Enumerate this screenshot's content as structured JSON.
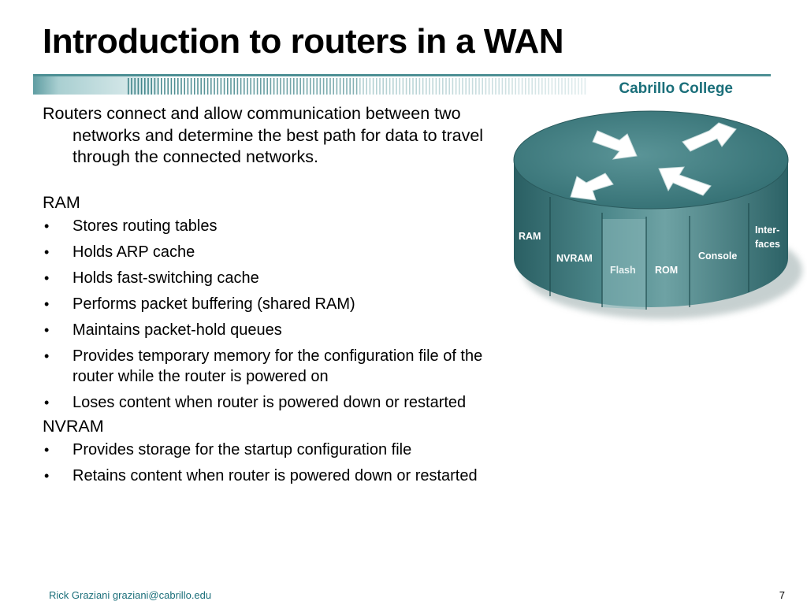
{
  "title": "Introduction to routers in a WAN",
  "college": "Cabrillo College",
  "intro": "Routers connect and allow communication between two networks and determine the best path for data to travel through the connected networks.",
  "sections": [
    {
      "heading": "RAM",
      "bullets": [
        "Stores routing tables",
        "Holds ARP cache",
        "Holds fast-switching cache",
        "Performs packet buffering (shared RAM)",
        "Maintains packet-hold queues",
        "Provides temporary memory for the configuration file of the router while the router is powered on",
        "Loses content when router is powered down or restarted"
      ]
    },
    {
      "heading": "NVRAM",
      "bullets": [
        "Provides storage for the startup configuration file",
        "Retains content when router is powered down or restarted"
      ]
    }
  ],
  "router_labels": {
    "ram": "RAM",
    "nvram": "NVRAM",
    "flash": "Flash",
    "rom": "ROM",
    "console": "Console",
    "interfaces_line1": "Inter-",
    "interfaces_line2": "faces"
  },
  "footer": {
    "author": "Rick Graziani  graziani@cabrillo.edu",
    "page": "7"
  },
  "colors": {
    "accent": "#1b6f7a",
    "router_top": "#3d7c80",
    "router_side": "#2f6a6e"
  }
}
